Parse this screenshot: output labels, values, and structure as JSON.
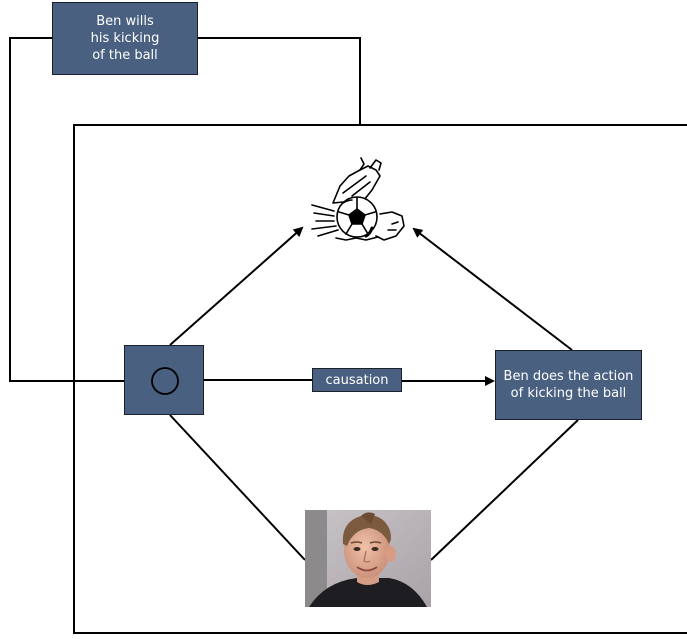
{
  "diagram": {
    "will_label": "Ben wills\nhis kicking\nof the ball",
    "causation_label": "causation",
    "action_label": "Ben does the action\nof kicking the ball"
  },
  "icons": {
    "ball": "soccer-kick-illustration-icon",
    "mind": "circle-target-icon",
    "person": "person-photo"
  },
  "colors": {
    "box_fill": "#4a6080",
    "box_border": "#1a1f29",
    "line": "#000000"
  }
}
